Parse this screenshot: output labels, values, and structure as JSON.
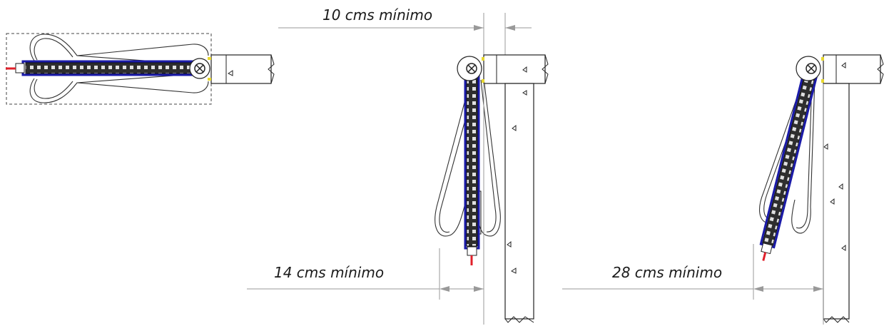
{
  "dimensions": {
    "top": "10 cms mínimo",
    "bottom_left": "14 cms mínimo",
    "bottom_right": "28 cms mínimo"
  },
  "colors": {
    "cable_jacket": "#1a1aa8",
    "tip": "#e0202a",
    "connector": "#e8d830",
    "line": "#222222"
  }
}
